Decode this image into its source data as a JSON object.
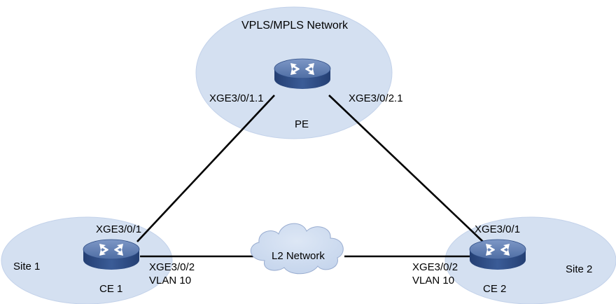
{
  "network": {
    "title": "VPLS/MPLS Network",
    "pe_label": "PE",
    "pe_if_left": "XGE3/0/1.1",
    "pe_if_right": "XGE3/0/2.1"
  },
  "l2_network": {
    "label": "L2 Network"
  },
  "site1": {
    "label": "Site 1",
    "device_label": "CE 1",
    "if_up": "XGE3/0/1",
    "if_right": "XGE3/0/2",
    "vlan": "VLAN 10"
  },
  "site2": {
    "label": "Site 2",
    "device_label": "CE 2",
    "if_up": "XGE3/0/1",
    "if_left": "XGE3/0/2",
    "vlan": "VLAN 10"
  },
  "colors": {
    "region_fill": "#d4e0f1",
    "region_stroke": "#b6c6df",
    "router_top": "#5e7aae",
    "router_side": "#2e4d86",
    "link": "#000000"
  }
}
